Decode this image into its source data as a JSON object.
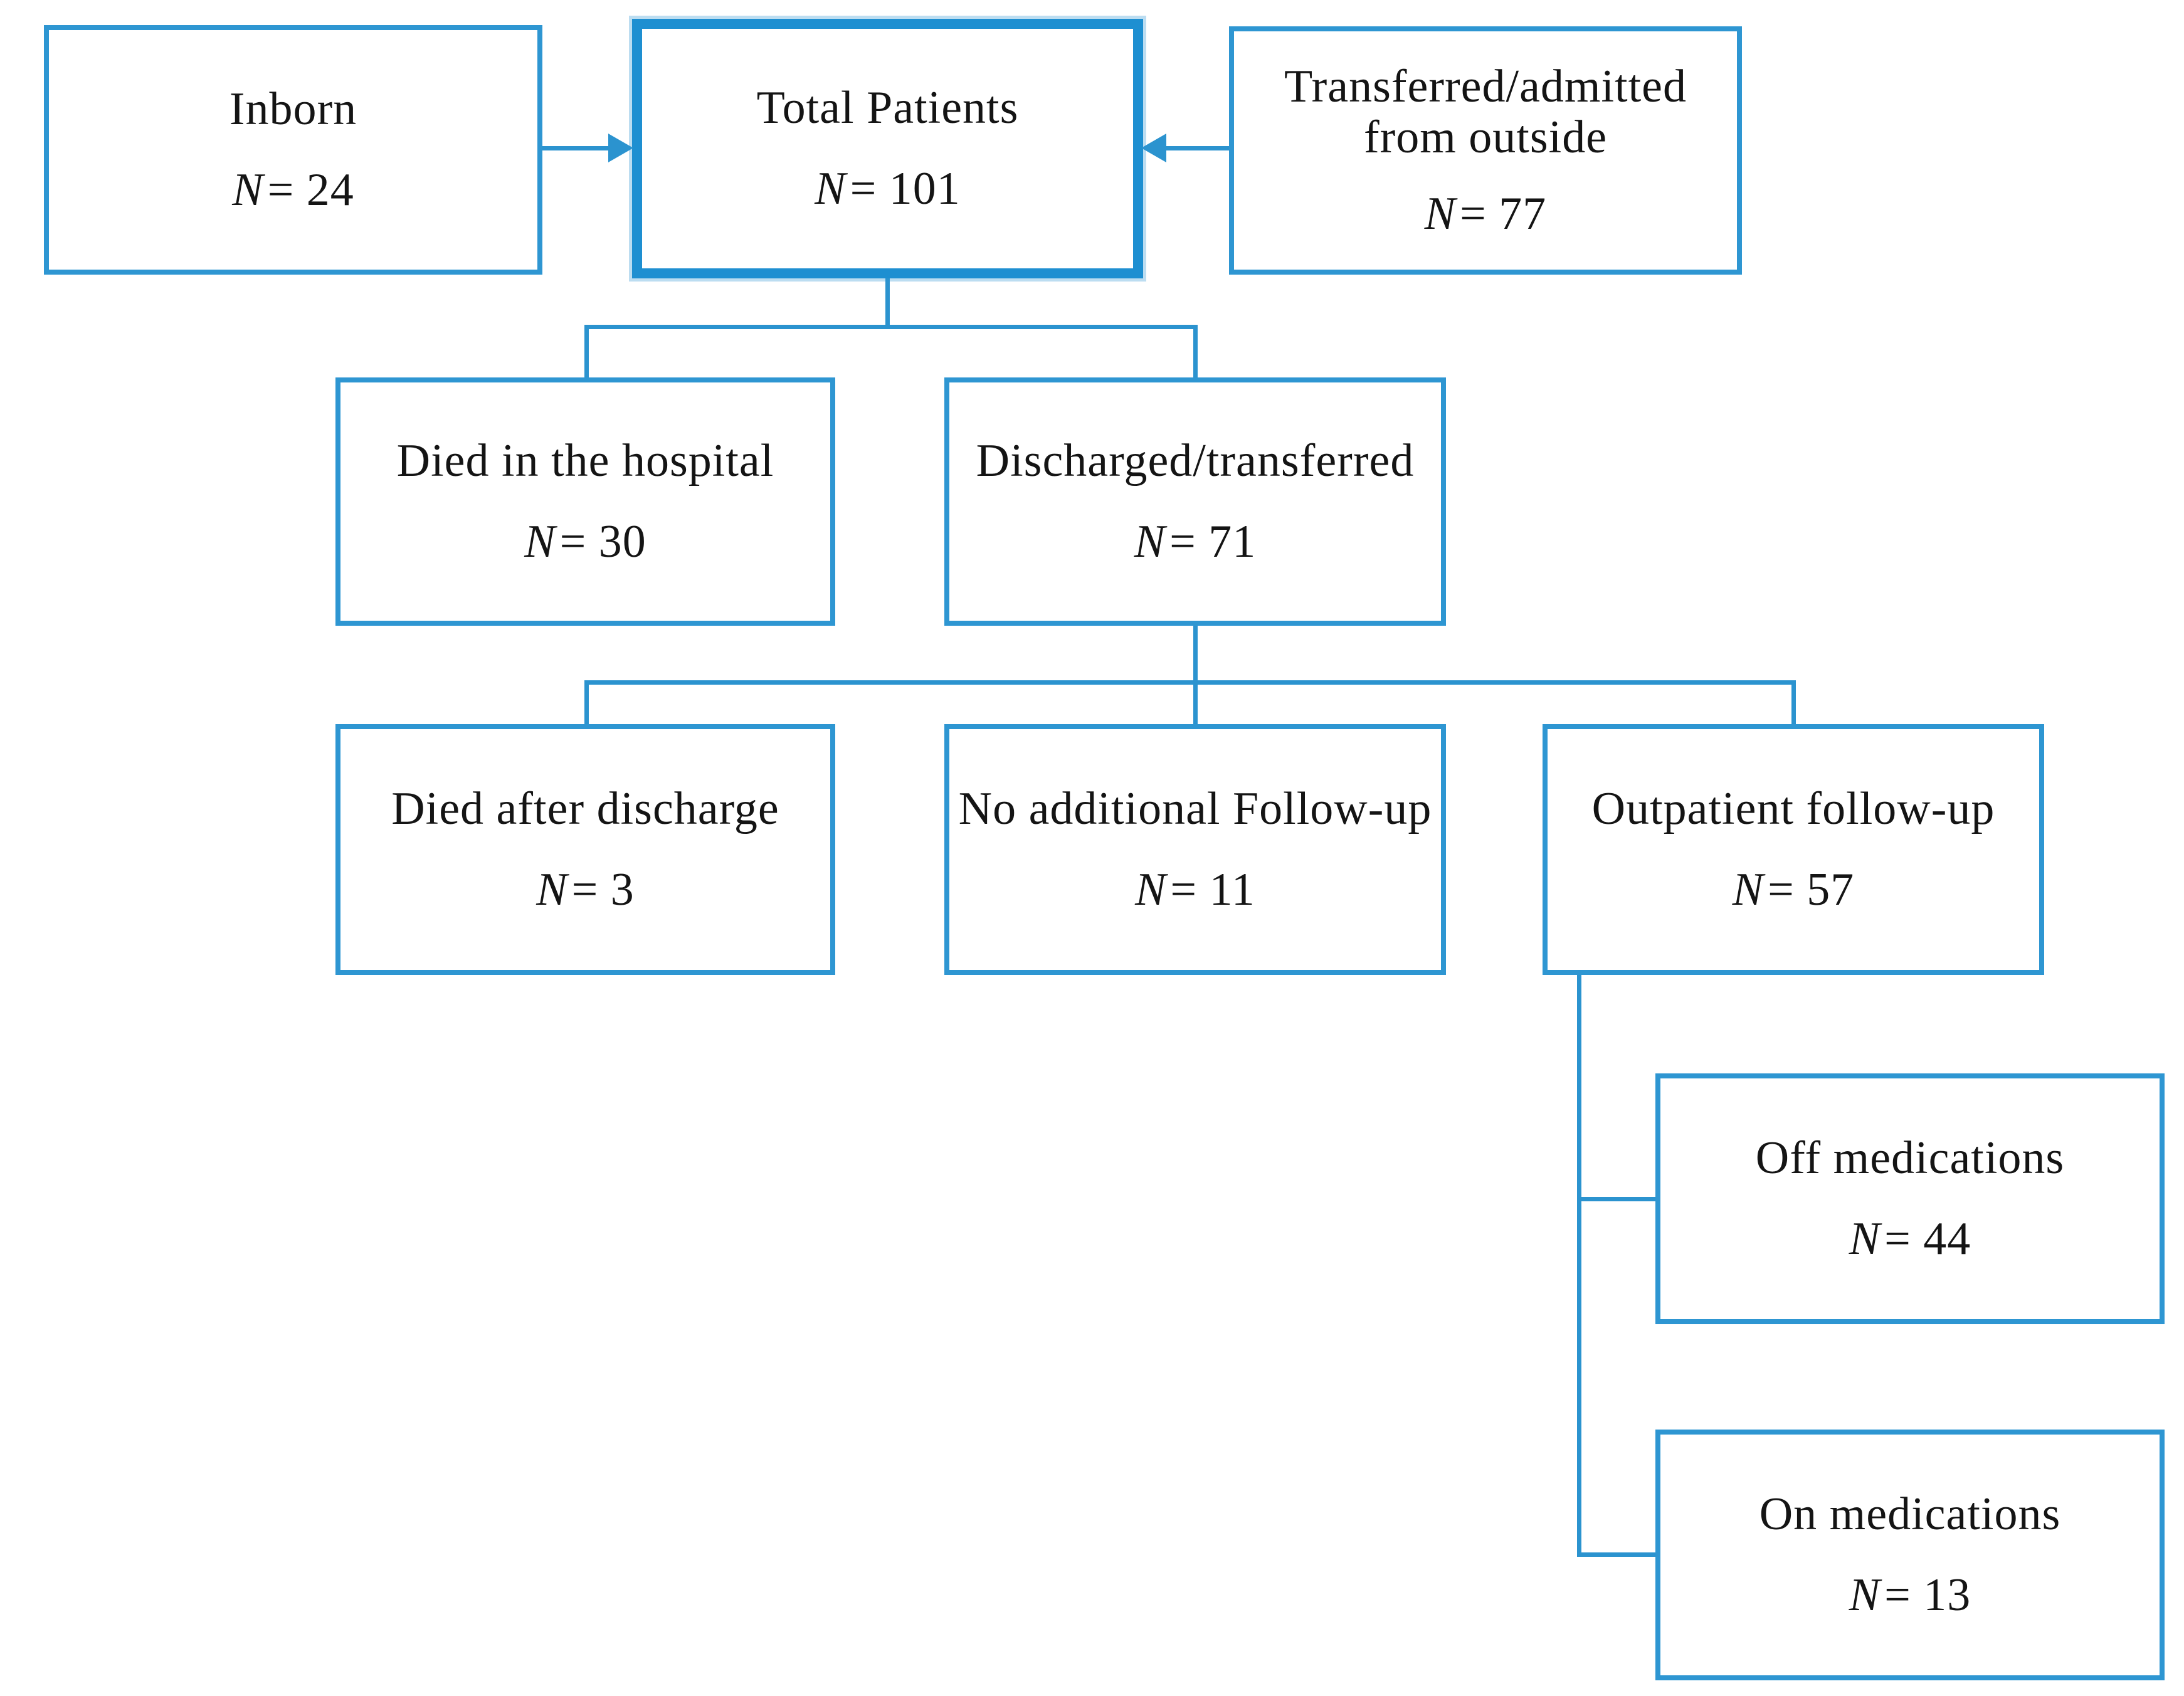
{
  "figure": {
    "type": "patient-flow-diagram",
    "background": "#ffffff",
    "line_color": "#2b93cf",
    "box_border_color": "#2e96d2",
    "emphasis_border_color": "#1e8fd1",
    "text_color": "#141414"
  },
  "nodes": [
    {
      "id": "inborn",
      "label": "Inborn",
      "n_symbol": "N",
      "n_rest": "= 24"
    },
    {
      "id": "total",
      "label": "Total Patients",
      "n_symbol": "N",
      "n_rest": "= 101",
      "emphasized": true
    },
    {
      "id": "transferred",
      "label": "Transferred/admitted from outside",
      "n_symbol": "N",
      "n_rest": "= 77"
    },
    {
      "id": "died_hospital",
      "label": "Died in the hospital",
      "n_symbol": "N",
      "n_rest": "= 30"
    },
    {
      "id": "discharged",
      "label": "Discharged/transferred",
      "n_symbol": "N",
      "n_rest": "= 71"
    },
    {
      "id": "died_after",
      "label": "Died after discharge",
      "n_symbol": "N",
      "n_rest": "= 3"
    },
    {
      "id": "no_followup",
      "label": "No additional Follow-up",
      "n_symbol": "N",
      "n_rest": "= 11"
    },
    {
      "id": "outpatient",
      "label": "Outpatient follow-up",
      "n_symbol": "N",
      "n_rest": "= 57"
    },
    {
      "id": "off_meds",
      "label": "Off medications",
      "n_symbol": "N",
      "n_rest": "= 44"
    },
    {
      "id": "on_meds",
      "label": "On medications",
      "n_symbol": "N",
      "n_rest": "= 13"
    }
  ],
  "edges": [
    {
      "from": "inborn",
      "to": "total",
      "style": "arrow"
    },
    {
      "from": "transferred",
      "to": "total",
      "style": "arrow"
    },
    {
      "from": "total",
      "to": "died_hospital",
      "style": "elbow"
    },
    {
      "from": "total",
      "to": "discharged",
      "style": "elbow"
    },
    {
      "from": "discharged",
      "to": "died_after",
      "style": "elbow"
    },
    {
      "from": "discharged",
      "to": "no_followup",
      "style": "elbow"
    },
    {
      "from": "discharged",
      "to": "outpatient",
      "style": "elbow"
    },
    {
      "from": "outpatient",
      "to": "off_meds",
      "style": "elbow"
    },
    {
      "from": "outpatient",
      "to": "on_meds",
      "style": "elbow"
    }
  ]
}
